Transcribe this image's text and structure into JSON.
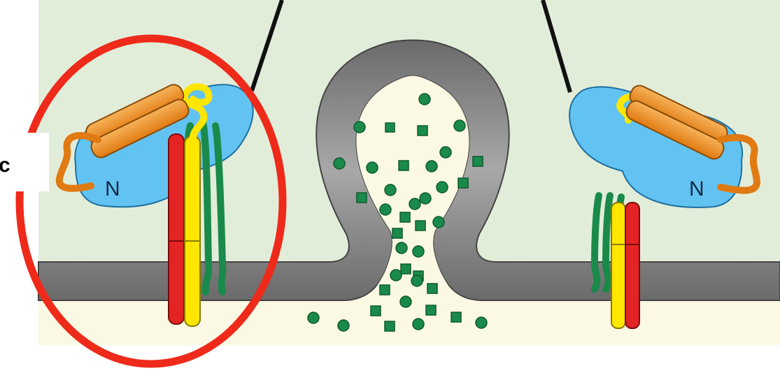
{
  "figure": {
    "left_complex_label": "N",
    "right_complex_label": "N",
    "clipped_slide_text": "c"
  },
  "colors": {
    "cytoplasm": "#e2edd9",
    "exterior": "#fbf8e3",
    "membrane": "#8c8c8c",
    "vesicle_lumen": "#fbf8e3",
    "complexin_domain": "#62c3f2",
    "helix_orange": "#f08a24",
    "helix_yellow": "#ffe600",
    "helix_red": "#e42424",
    "helix_green": "#1a8a4a",
    "cargo": "#1a8a4a",
    "highlight_ellipse": "#ee2a1a",
    "tether": "#111111"
  }
}
